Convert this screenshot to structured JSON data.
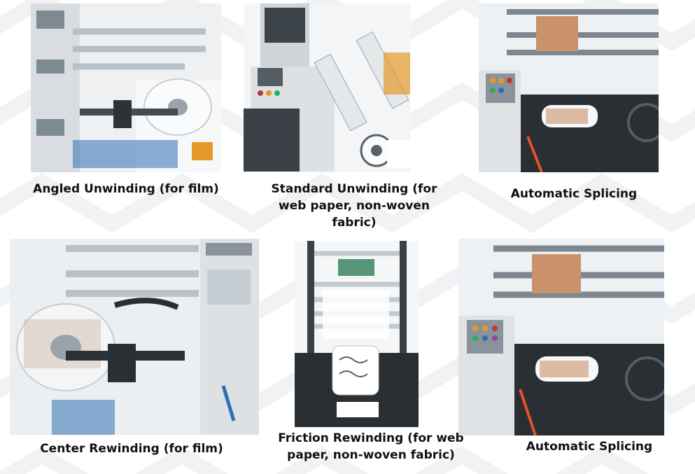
{
  "panels": [
    {
      "caption": "Angled Unwinding (for film)",
      "image_icon": "film-unwinding-photo"
    },
    {
      "caption": "Standard Unwinding (for web paper, non-woven fabric)",
      "image_icon": "standard-unwinding-photo"
    },
    {
      "caption": "Automatic Splicing",
      "image_icon": "automatic-splicing-photo"
    },
    {
      "caption": "Center Rewinding (for film)",
      "image_icon": "center-rewinding-photo"
    },
    {
      "caption": "Friction Rewinding (for web paper, non-woven fabric)",
      "image_icon": "friction-rewinding-photo"
    },
    {
      "caption": "Automatic Splicing",
      "image_icon": "automatic-splicing-photo"
    }
  ],
  "colors": {
    "text": "#111111",
    "machine_white": "#e9ecef",
    "roller_gray": "#9aa3ab",
    "accent_blue": "#2f6fb3",
    "accent_orange": "#e39a2b"
  }
}
